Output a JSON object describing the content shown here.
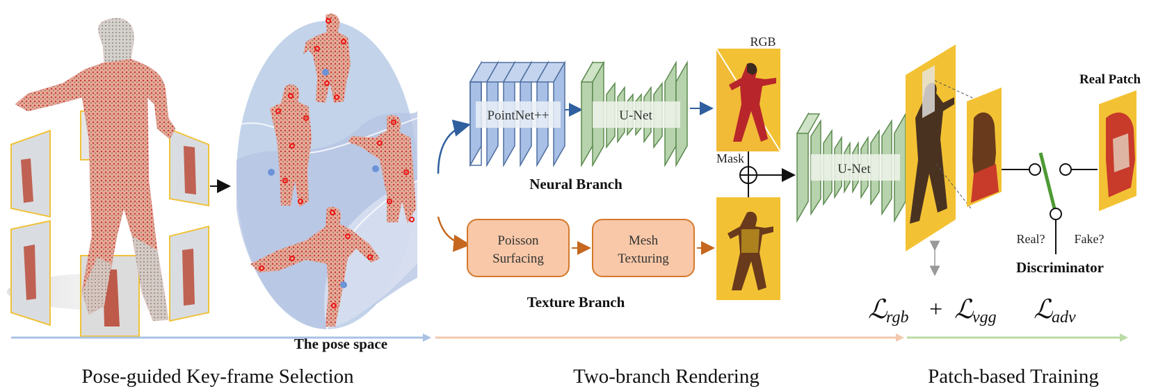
{
  "stages": {
    "keyframe": "Pose-guided Key-frame Selection",
    "rendering": "Two-branch Rendering",
    "training": "Patch-based Training"
  },
  "pose_space_label": "The pose space",
  "neural_branch": {
    "label": "Neural Branch",
    "pointnet": "PointNet++",
    "unet": "U-Net"
  },
  "texture_branch": {
    "label": "Texture Branch",
    "poisson_line1": "Poisson",
    "poisson_line2": "Surfacing",
    "mesh_line1": "Mesh",
    "mesh_line2": "Texturing"
  },
  "rgb_label": "RGB",
  "mask_label": "Mask",
  "fusion_unet": "U-Net",
  "real_patch_label": "Real Patch",
  "discriminator": {
    "label": "Discriminator",
    "real_q": "Real?",
    "fake_q": "Fake?"
  },
  "losses": {
    "rgb_L": "ℒ",
    "rgb_sub": "rgb",
    "plus": "+",
    "vgg_L": "ℒ",
    "vgg_sub": "vgg",
    "adv_L": "ℒ",
    "adv_sub": "adv"
  },
  "colors": {
    "keyframe_line": "#a9c2e4",
    "rendering_line": "#f3c8ad",
    "training_line": "#b9dba5",
    "pointnet_fill": "#a8bfe6",
    "unet_fill": "#b7d3ad",
    "texture_box": "#f8c8a8",
    "texture_border": "#d4782b",
    "image_bg": "#f3c234",
    "pose_ellipse": "#c2d3ea",
    "discriminator_stick": "#4e9a34",
    "blue_arrow": "#2f5f9e",
    "orange_arrow": "#c5671e"
  }
}
